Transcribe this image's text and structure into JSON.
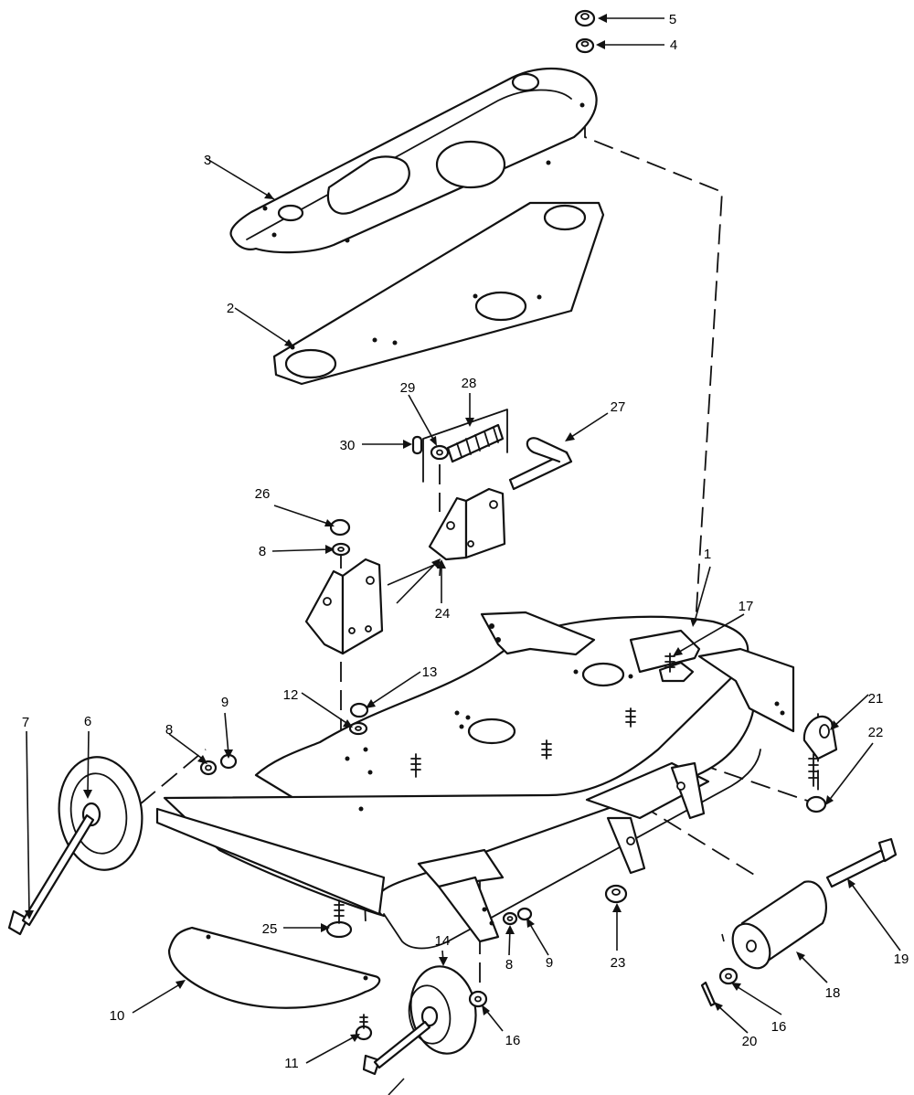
{
  "callouts": [
    {
      "id": "c1",
      "label": "1"
    },
    {
      "id": "c2",
      "label": "2"
    },
    {
      "id": "c3",
      "label": "3"
    },
    {
      "id": "c4",
      "label": "4"
    },
    {
      "id": "c5",
      "label": "5"
    },
    {
      "id": "c6",
      "label": "6"
    },
    {
      "id": "c7",
      "label": "7"
    },
    {
      "id": "c8a",
      "label": "8"
    },
    {
      "id": "c8b",
      "label": "8"
    },
    {
      "id": "c8c",
      "label": "8"
    },
    {
      "id": "c9a",
      "label": "9"
    },
    {
      "id": "c9b",
      "label": "9"
    },
    {
      "id": "c10",
      "label": "10"
    },
    {
      "id": "c11",
      "label": "11"
    },
    {
      "id": "c12",
      "label": "12"
    },
    {
      "id": "c13",
      "label": "13"
    },
    {
      "id": "c14",
      "label": "14"
    },
    {
      "id": "c16a",
      "label": "16"
    },
    {
      "id": "c16b",
      "label": "16"
    },
    {
      "id": "c17",
      "label": "17"
    },
    {
      "id": "c18",
      "label": "18"
    },
    {
      "id": "c19",
      "label": "19"
    },
    {
      "id": "c20",
      "label": "20"
    },
    {
      "id": "c21",
      "label": "21"
    },
    {
      "id": "c22",
      "label": "22"
    },
    {
      "id": "c23",
      "label": "23"
    },
    {
      "id": "c24",
      "label": "24"
    },
    {
      "id": "c25",
      "label": "25"
    },
    {
      "id": "c26",
      "label": "26"
    },
    {
      "id": "c27",
      "label": "27"
    },
    {
      "id": "c28",
      "label": "28"
    },
    {
      "id": "c29",
      "label": "29"
    },
    {
      "id": "c30",
      "label": "30"
    }
  ]
}
